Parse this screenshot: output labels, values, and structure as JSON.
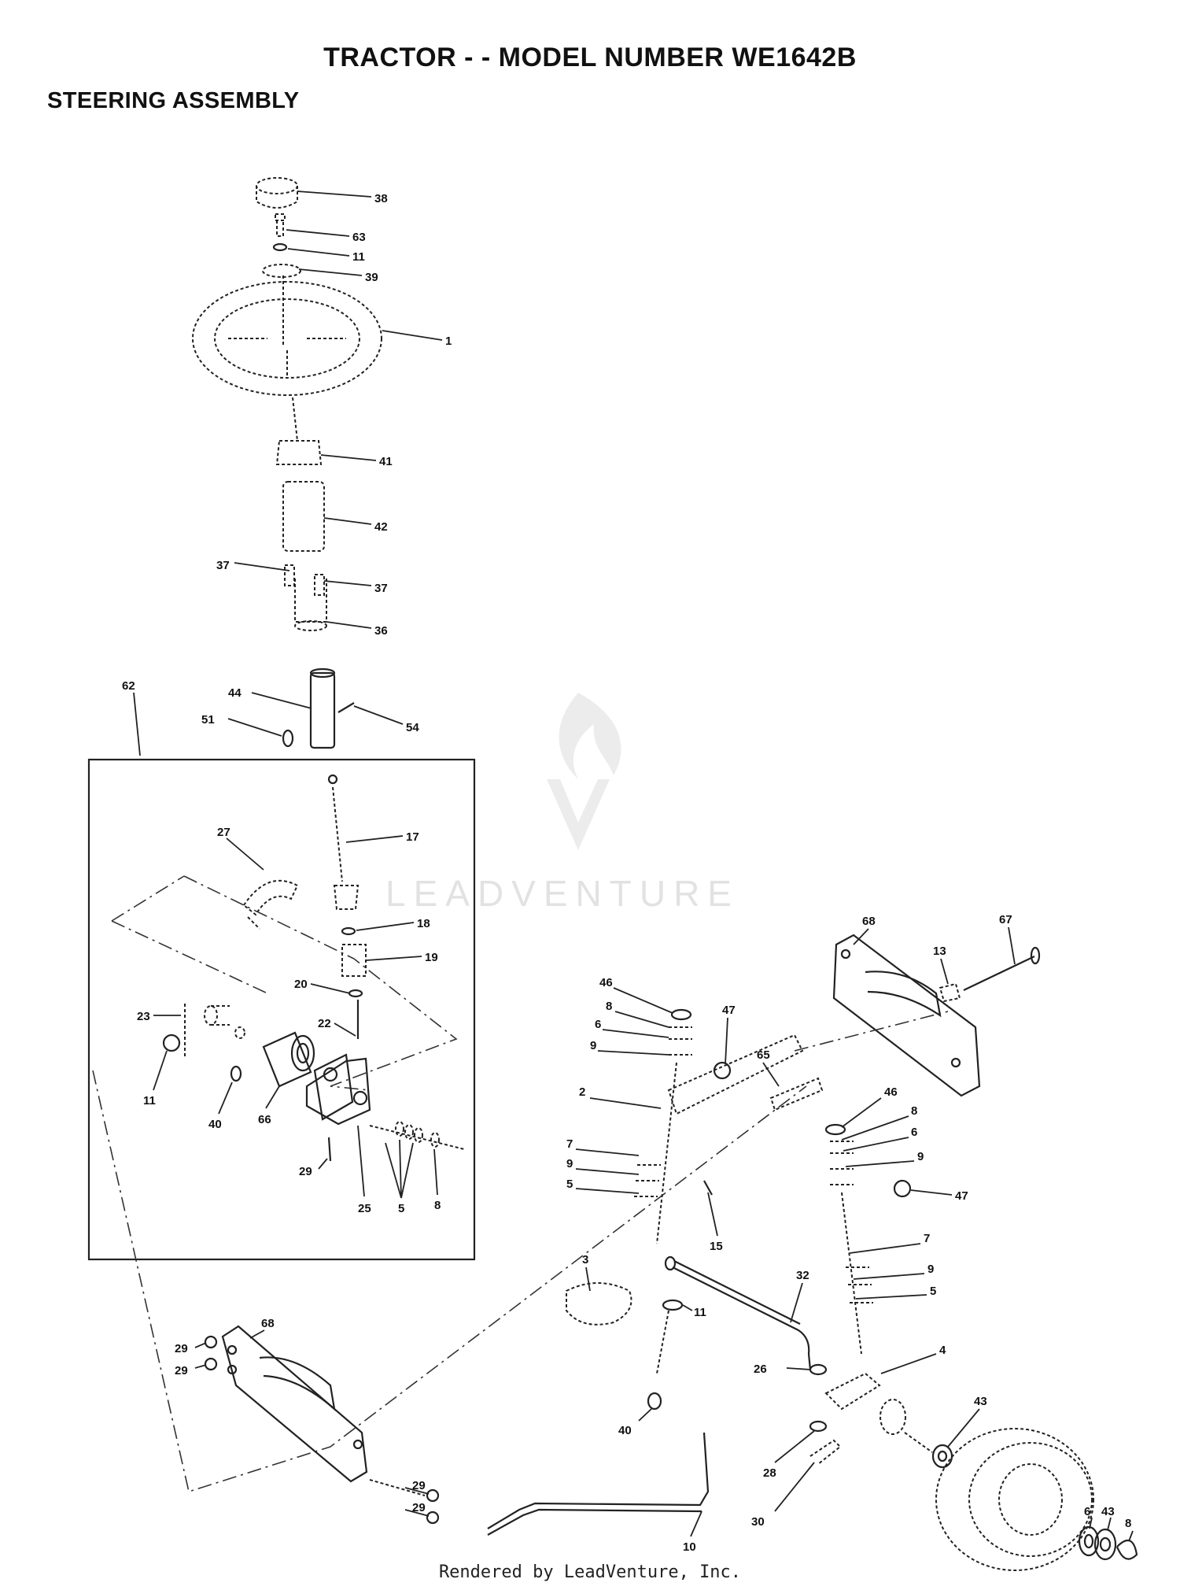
{
  "header": {
    "title": "TRACTOR - - MODEL NUMBER WE1642B",
    "subtitle": "STEERING ASSEMBLY"
  },
  "watermark": {
    "text": "LEADVENTURE"
  },
  "footer": {
    "text": "Rendered by LeadVenture, Inc."
  },
  "callouts": {
    "c38": "38",
    "c63": "63",
    "c11a": "11",
    "c39": "39",
    "c1": "1",
    "c41": "41",
    "c42": "42",
    "c37a": "37",
    "c37b": "37",
    "c36": "36",
    "c44": "44",
    "c51": "51",
    "c54": "54",
    "c62": "62",
    "c17": "17",
    "c27": "27",
    "c18": "18",
    "c19": "19",
    "c20": "20",
    "c22": "22",
    "c23": "23",
    "c11b": "11",
    "c40a": "40",
    "c66": "66",
    "c29a": "29",
    "c25": "25",
    "c5a": "5",
    "c8a": "8",
    "c68a": "68",
    "c67": "67",
    "c13": "13",
    "c46a": "46",
    "c8b": "8",
    "c6a": "6",
    "c9a": "9",
    "c47a": "47",
    "c65": "65",
    "c2": "2",
    "c7a": "7",
    "c9b": "9",
    "c5b": "5",
    "c15": "15",
    "c46b": "46",
    "c8c": "8",
    "c6b": "6",
    "c9c": "9",
    "c47b": "47",
    "c7b": "7",
    "c9d": "9",
    "c5c": "5",
    "c3": "3",
    "c32": "32",
    "c11c": "11",
    "c26": "26",
    "c4": "4",
    "c43a": "43",
    "c40b": "40",
    "c28": "28",
    "c10": "10",
    "c30": "30",
    "c6c": "6",
    "c43b": "43",
    "c8d": "8",
    "c68b": "68",
    "c29b": "29",
    "c29c": "29",
    "c29d": "29",
    "c29e": "29"
  }
}
